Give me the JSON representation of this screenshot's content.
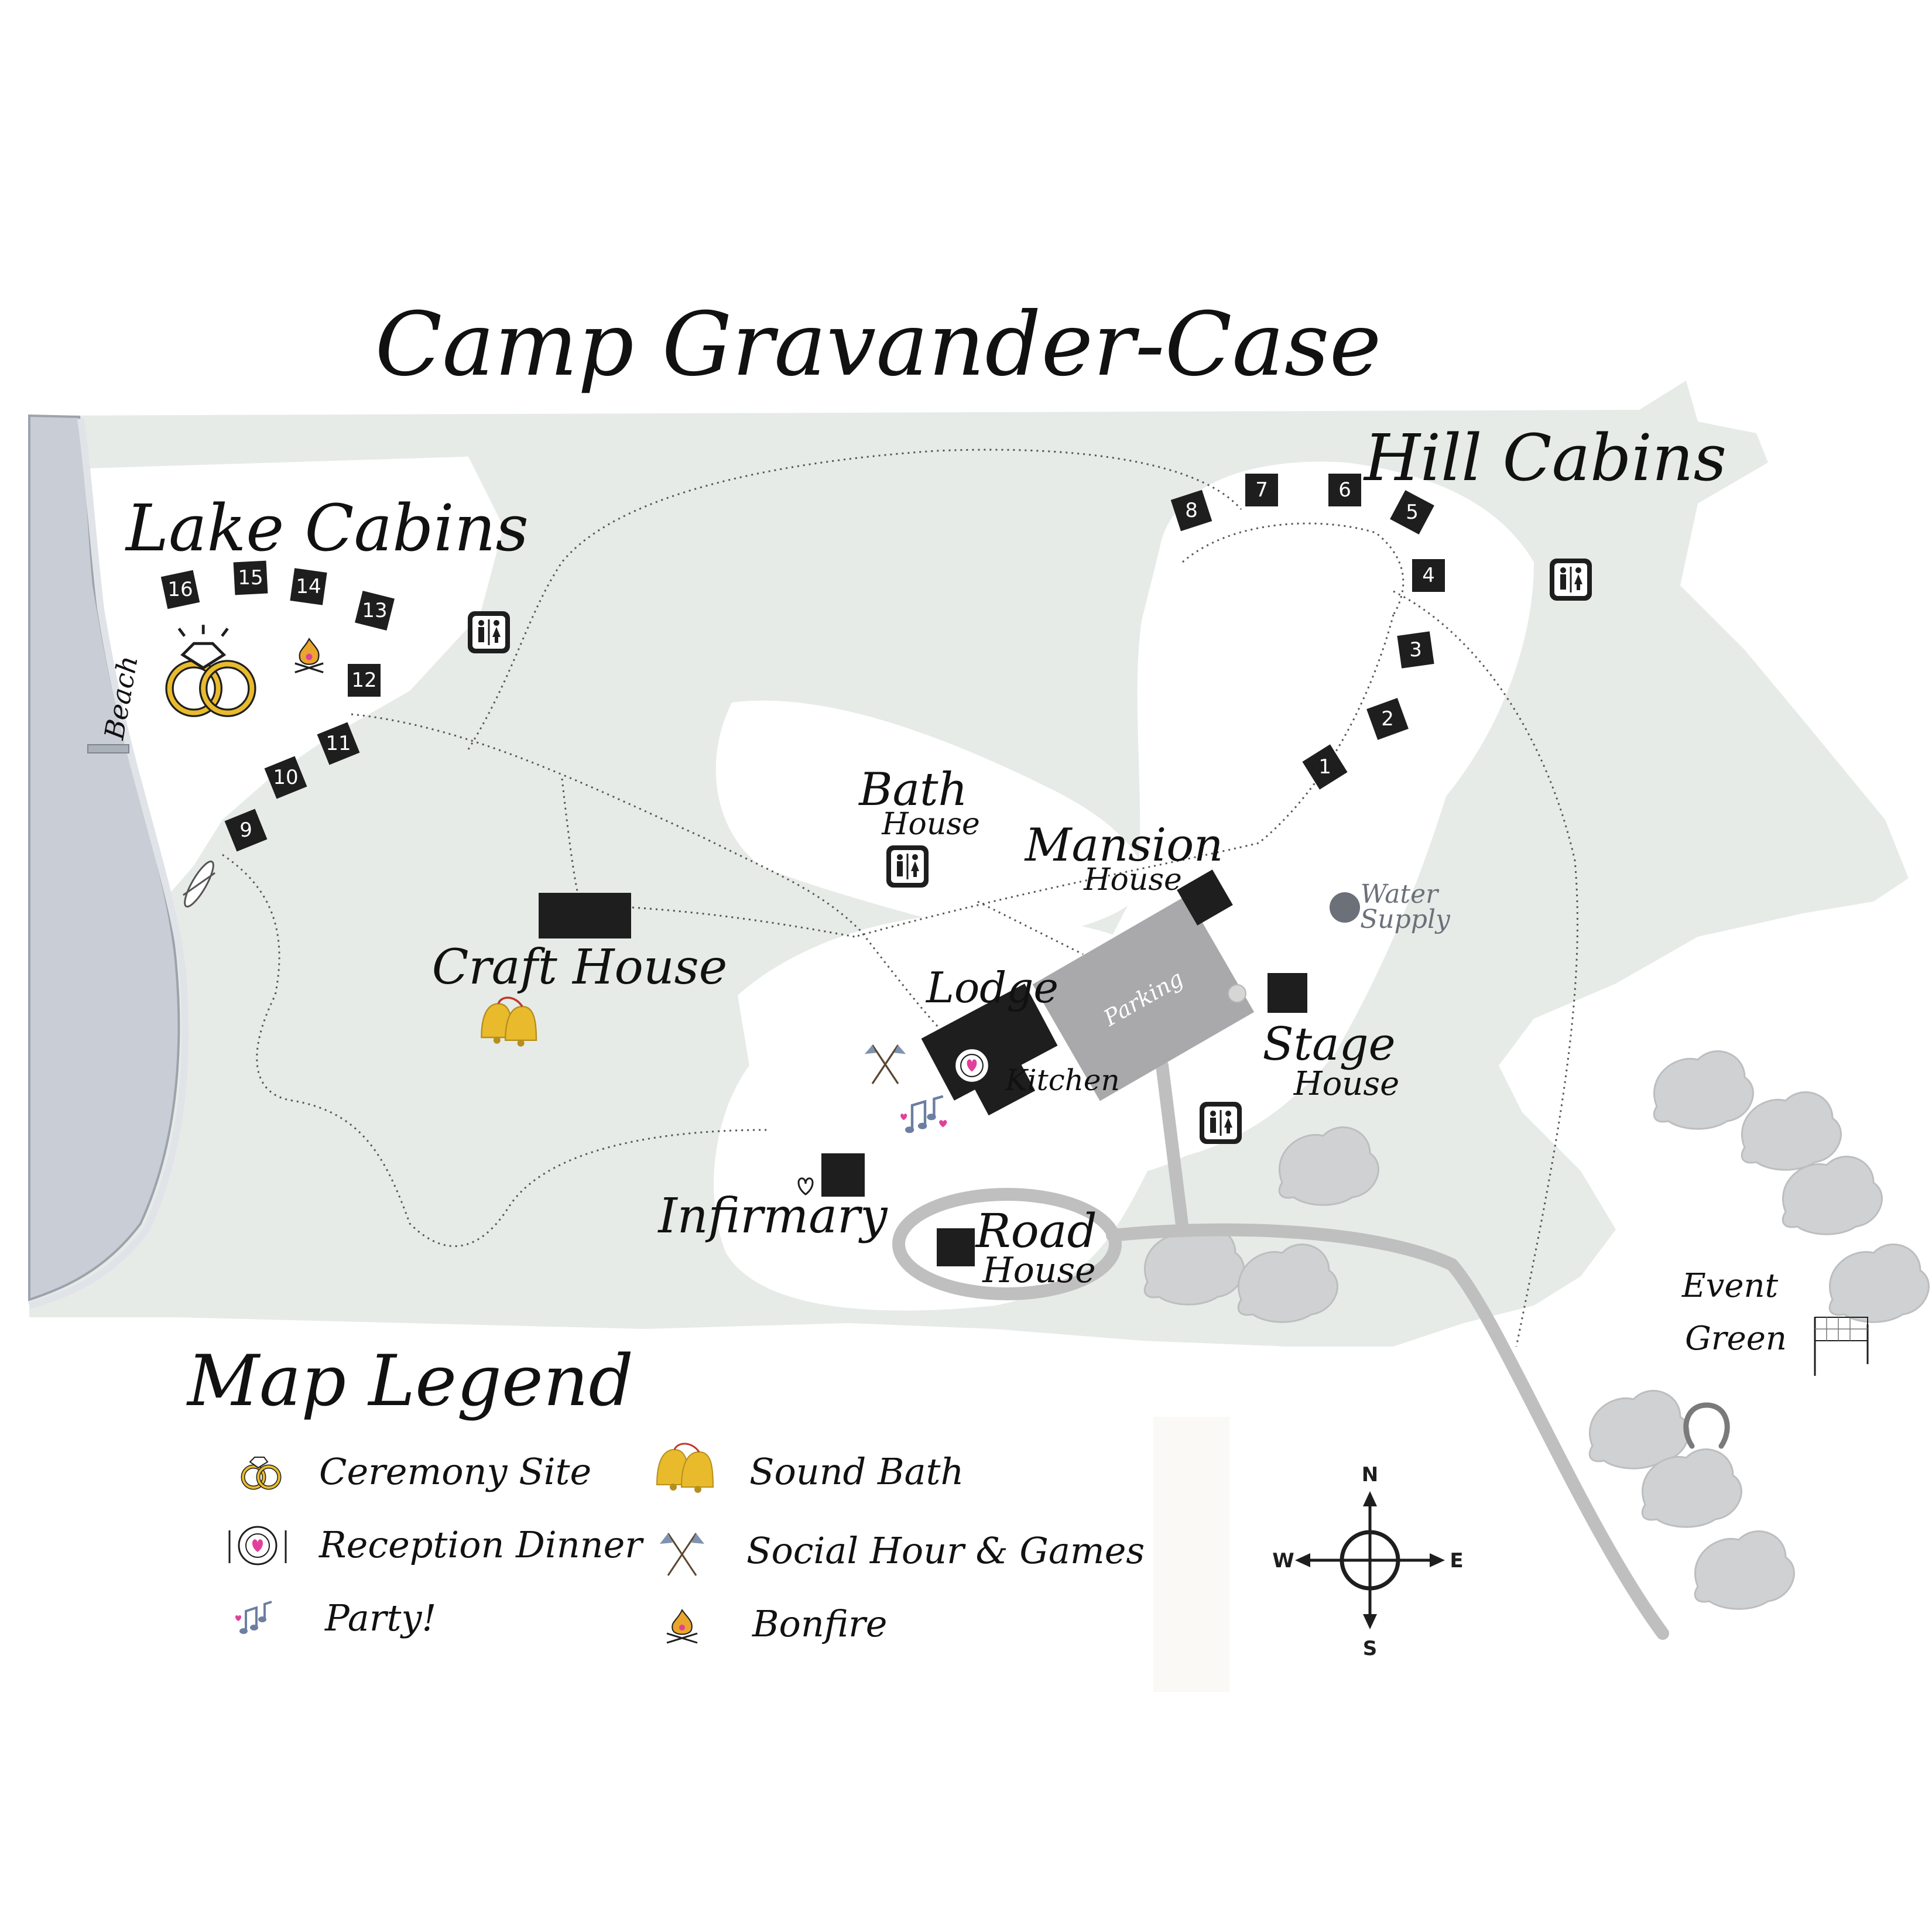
{
  "title": "Camp Gravander-Case",
  "areas": {
    "lake_cabins": "Lake Cabins",
    "hill_cabins": "Hill Cabins",
    "beach": "Beach"
  },
  "cabins": {
    "lake": [
      "16",
      "15",
      "14",
      "13",
      "12",
      "11",
      "10",
      "9"
    ],
    "hill": [
      "8",
      "7",
      "6",
      "5",
      "4",
      "3",
      "2",
      "1"
    ]
  },
  "buildings": {
    "bath_house": {
      "line1": "Bath",
      "line2": "House"
    },
    "mansion_house": {
      "line1": "Mansion",
      "line2": "House"
    },
    "craft_house": "Craft House",
    "lodge": "Lodge",
    "kitchen": "Kitchen",
    "parking": "Parking",
    "stage_house": {
      "line1": "Stage",
      "line2": "House"
    },
    "water_supply": {
      "line1": "Water",
      "line2": "Supply"
    },
    "infirmary": "Infirmary",
    "road_house": {
      "line1": "Road",
      "line2": "House"
    },
    "event_green": {
      "line1": "Event",
      "line2": "Green"
    }
  },
  "legend": {
    "title": "Map Legend",
    "items": [
      {
        "label": "Ceremony Site",
        "icon": "rings-icon"
      },
      {
        "label": "Reception Dinner",
        "icon": "plate-heart-icon"
      },
      {
        "label": "Party!",
        "icon": "music-notes-icon"
      },
      {
        "label": "Sound Bath",
        "icon": "bells-icon"
      },
      {
        "label": "Social Hour & Games",
        "icon": "crossed-flags-icon"
      },
      {
        "label": "Bonfire",
        "icon": "bonfire-icon"
      }
    ]
  },
  "compass": {
    "n": "N",
    "s": "S",
    "e": "E",
    "w": "W"
  },
  "colors": {
    "land": "#e6ebe8",
    "lake": "#c9ced6",
    "road": "#bfbfbf",
    "parking": "#a9a9ab",
    "building": "#1e1e1e",
    "trees": "#cfd1d2",
    "gold": "#e9bb2c",
    "flag_blue": "#7f92b0",
    "heart_pink": "#e0409b"
  }
}
